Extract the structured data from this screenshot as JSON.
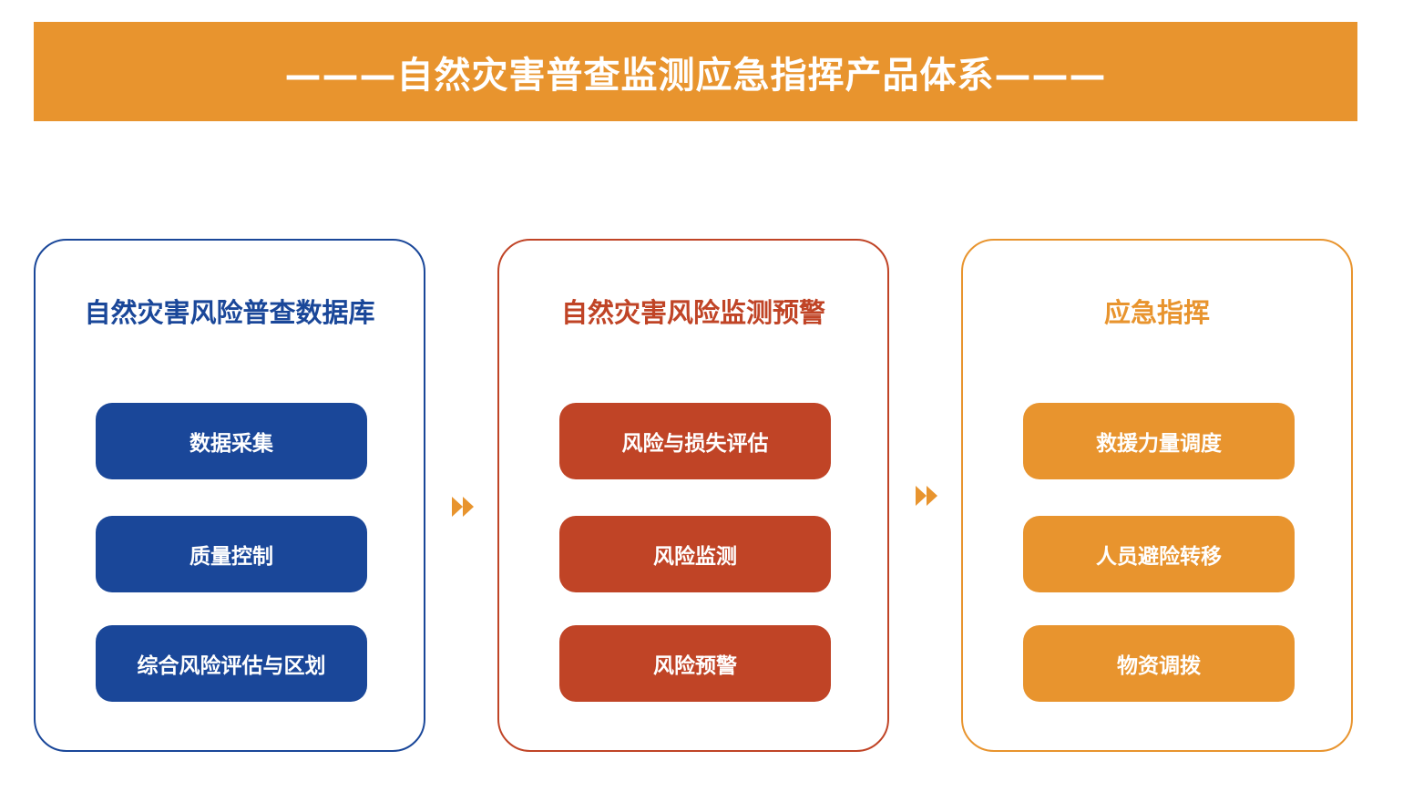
{
  "banner": {
    "title": "———自然灾害普查监测应急指挥产品体系———"
  },
  "colors": {
    "blue": "#1a4799",
    "red": "#c04426",
    "orange": "#e8942e"
  },
  "icons": {
    "arrow": "double-chevron-right-icon"
  },
  "panels": [
    {
      "title": "自然灾害风险普查数据库",
      "color": "blue",
      "items": [
        "数据采集",
        "质量控制",
        "综合风险评估与区划"
      ]
    },
    {
      "title": "自然灾害风险监测预警",
      "color": "red",
      "items": [
        "风险与损失评估",
        "风险监测",
        "风险预警"
      ]
    },
    {
      "title": "应急指挥",
      "color": "orange",
      "items": [
        "救援力量调度",
        "人员避险转移",
        "物资调拨"
      ]
    }
  ]
}
